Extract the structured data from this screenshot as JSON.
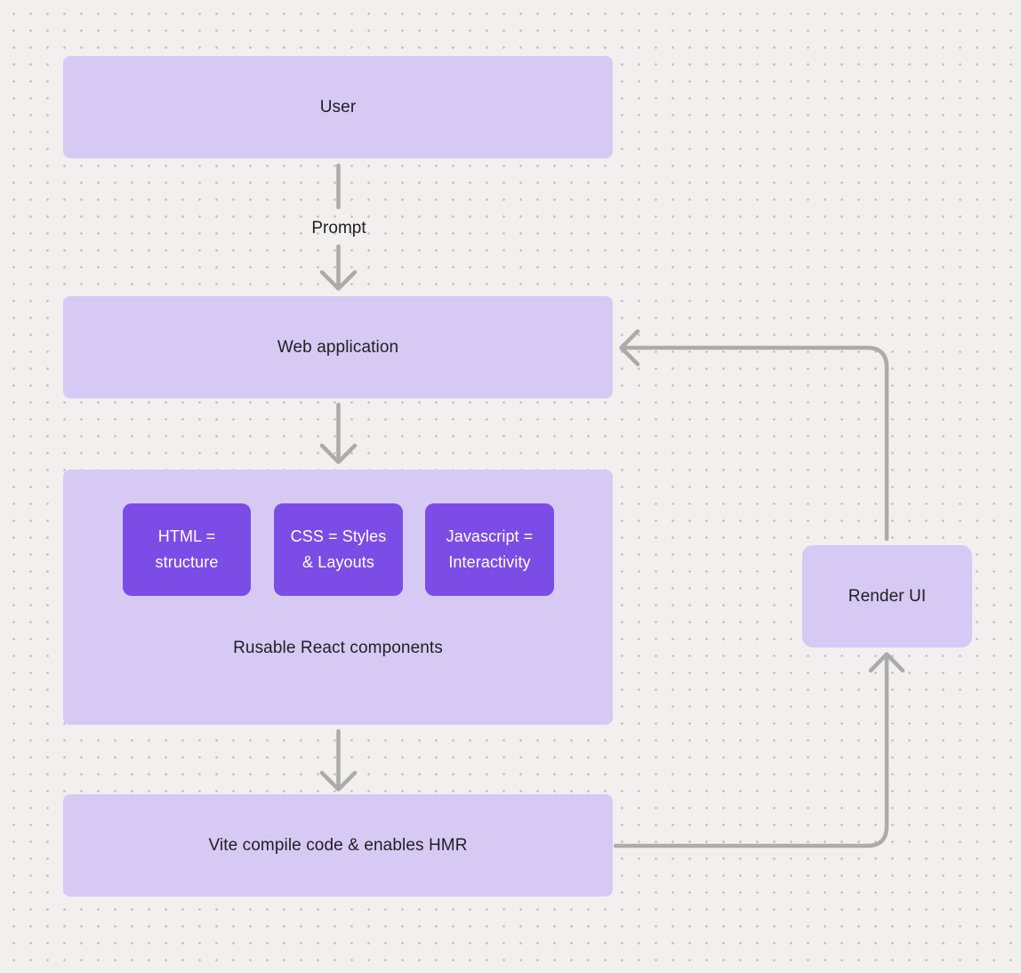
{
  "nodes": {
    "user": {
      "label": "User"
    },
    "web_application": {
      "label": "Web application"
    },
    "components_group": {
      "caption": "Rusable React components",
      "children": [
        {
          "label": "HTML =\nstructure"
        },
        {
          "label": "CSS = Styles\n& Layouts"
        },
        {
          "label": "Javascript =\nInteractivity"
        }
      ]
    },
    "vite": {
      "label": "Vite compile code & enables HMR"
    },
    "render_ui": {
      "label": "Render UI"
    }
  },
  "edge_labels": {
    "prompt": "Prompt"
  },
  "colors": {
    "background": "#f1f0ef",
    "grid_dot": "#c6c5c4",
    "node_fill_light": "#d6caf4",
    "node_fill_dark": "#7c4ce6",
    "connector": "#ababab",
    "text_dark": "#202024",
    "text_light": "#ffffff"
  }
}
